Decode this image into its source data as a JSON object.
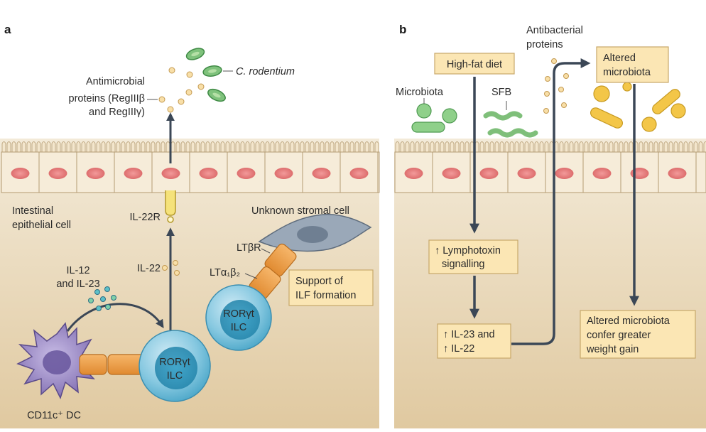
{
  "panel_a": {
    "letter": "a",
    "antimicrobial_line1": "Antimicrobial",
    "antimicrobial_line2": "proteins (RegIIIβ",
    "antimicrobial_line3": "and RegIIIγ)",
    "pathogen": "C. rodentium",
    "epithelial_line1": "Intestinal",
    "epithelial_line2": "epithelial cell",
    "il22r": "IL-22R",
    "il22": "IL-22",
    "il12_line1": "IL-12",
    "il12_line2": "and IL-23",
    "stromal": "Unknown stromal cell",
    "ltbr": "LTβR",
    "lta1b2": "LTα₁β₂",
    "ilf_line1": "Support of",
    "ilf_line2": "ILF formation",
    "ilc1_line1": "RORγt",
    "ilc1_line2": "ILC",
    "ilc2_line1": "RORγt",
    "ilc2_line2": "ILC",
    "dc": "CD11c⁺ DC"
  },
  "panel_b": {
    "letter": "b",
    "antibacterial_line1": "Antibacterial",
    "antibacterial_line2": "proteins",
    "high_fat": "High-fat diet",
    "altered_line1": "Altered",
    "altered_line2": "microbiota",
    "microbiota": "Microbiota",
    "sfb": "SFB",
    "lymph_line1": "↑ Lymphotoxin",
    "lymph_line2": "signalling",
    "il23_line1": "↑ IL-23 and",
    "il23_line2": "↑ IL-22",
    "weight_line1": "Altered microbiota",
    "weight_line2": "confer greater",
    "weight_line3": "weight gain"
  },
  "colors": {
    "tissue_top": "#f3ead8",
    "tissue_bottom": "#e2cda6",
    "cell_fill": "#f6ecd9",
    "nucleus": "#e27878",
    "box_fill": "#fbe6b4",
    "box_stroke": "#c8a86a",
    "arrow": "#3b4756",
    "ilc_blue": "#7cc4de",
    "dc_purple": "#8c7ab8",
    "receptor_orange": "#f0a04b",
    "bacteria_green": "#7cbf7a",
    "bacteria_yellow": "#f0c040"
  }
}
